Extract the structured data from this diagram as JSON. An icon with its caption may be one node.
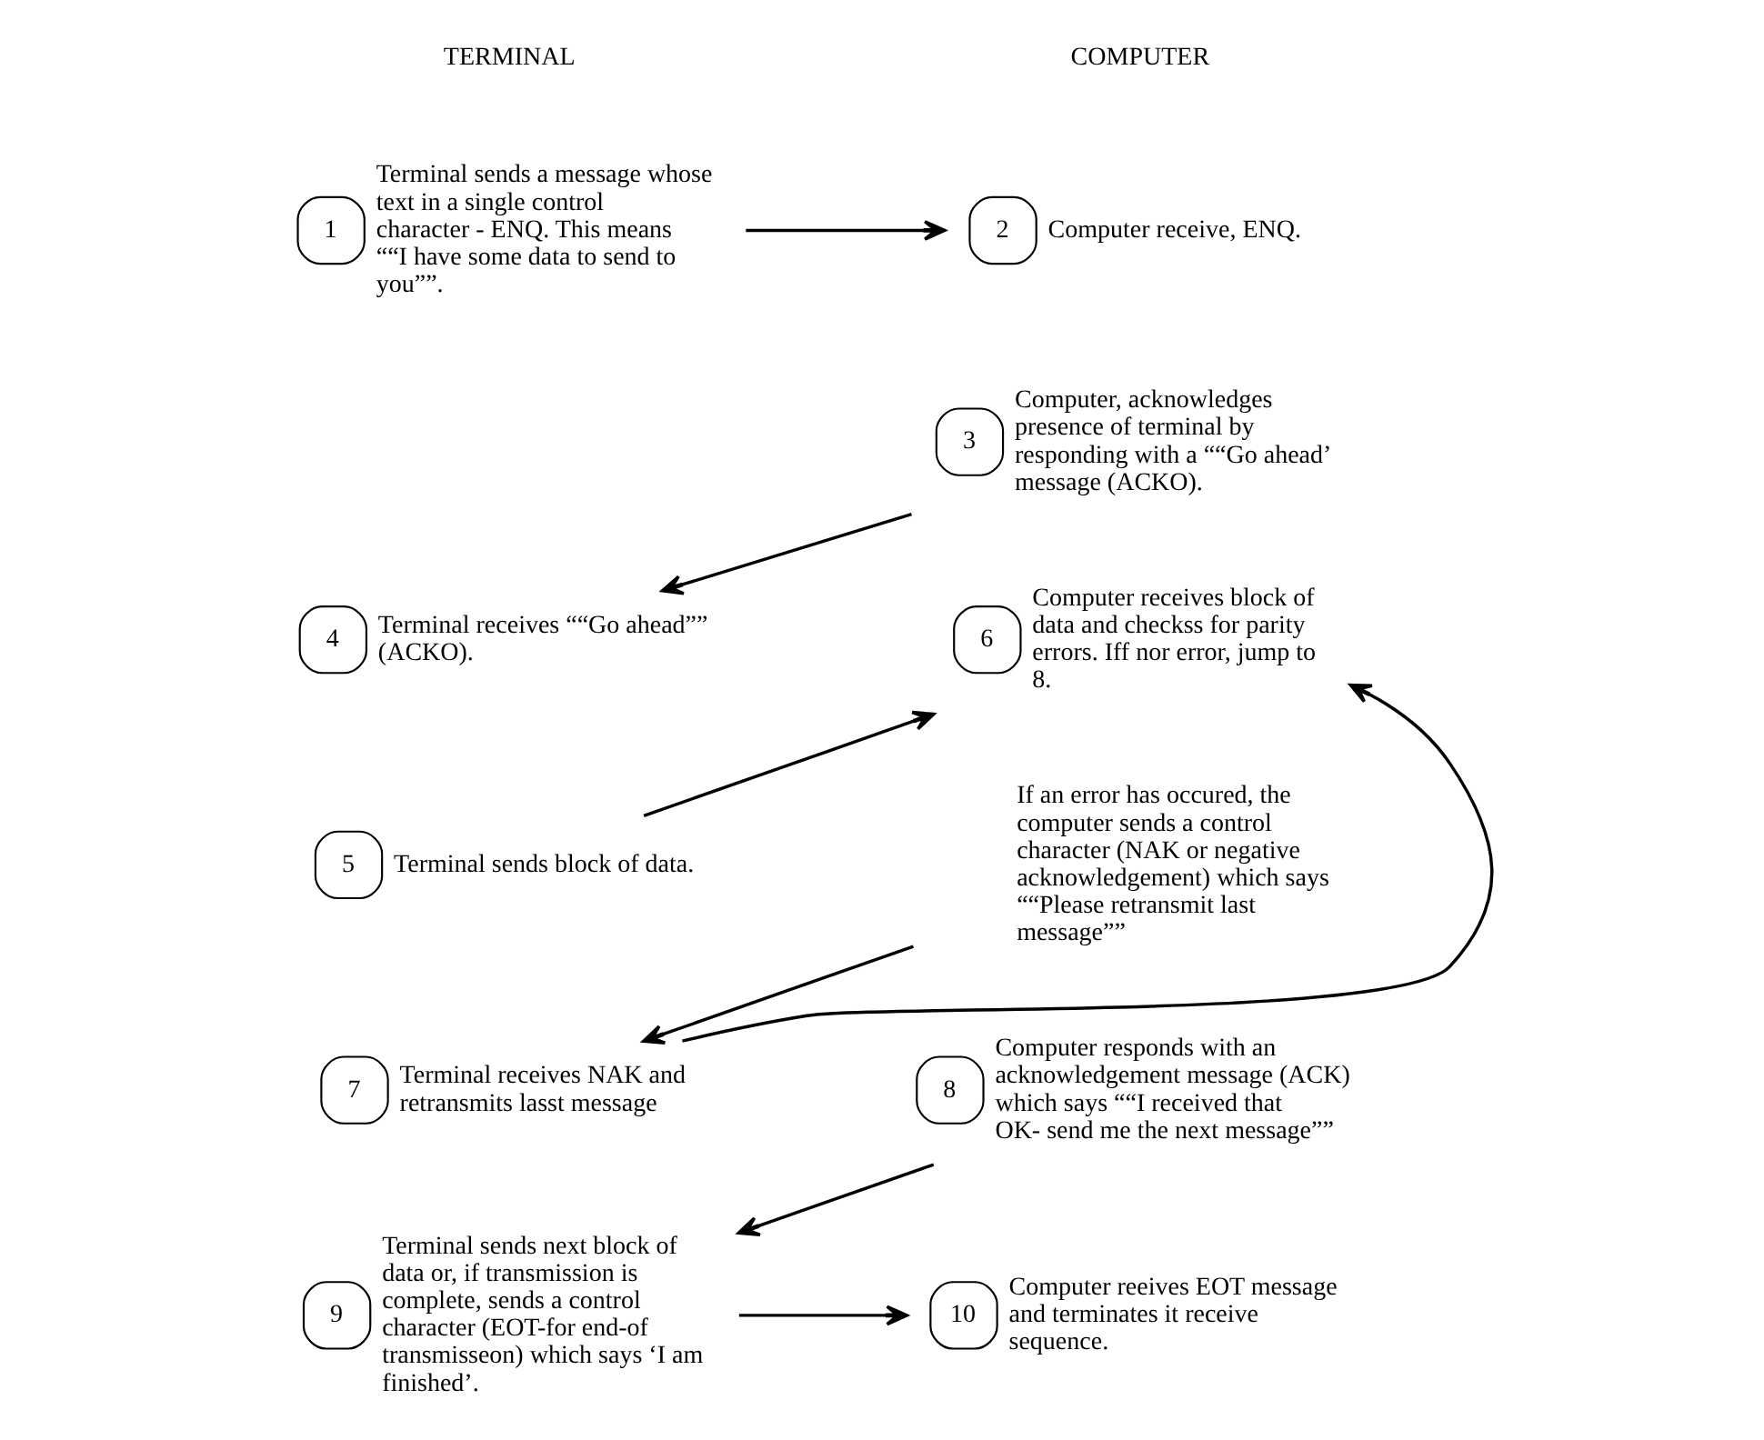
{
  "diagram": {
    "nodes": [
      {
        "text": [
          "1"
        ],
        "beside": [
          "Terminal sends a message whose text in a single control character - ENQ. This means ““I have some data to send to you””."
        ]
      },
      {
        "text": [
          "2"
        ],
        "beside": [
          "Computer receive, ENQ."
        ]
      },
      {
        "text": [
          "3"
        ],
        "beside": [
          "Computer, acknowledges presence of terminal by responding with a ““Go ahead’ message (ACKO)."
        ]
      },
      {
        "text": [
          "4"
        ],
        "beside": [
          "Terminal receives ““Go ahead”” (ACKO)."
        ]
      },
      {
        "text": [
          "5"
        ],
        "beside": [
          "Terminal sends block of data."
        ]
      },
      {
        "text": [
          "6"
        ],
        "beside": [
          "Computer receives block of data and checkss for parity errors. Iff nor error, jump to 8."
        ]
      },
      {
        "text": [
          "If an error has occured, the computer sends a control character (NAK or negative acknowledgement) which says ““Please retransmit last message””"
        ]
      },
      {
        "text": [
          "7"
        ],
        "beside": [
          "Terminal receives NAK and retransmits lasst message"
        ]
      },
      {
        "text": [
          "8"
        ],
        "beside": [
          "Computer responds with an acknowledgement message (ACK) which says ““I received that OK- send me the next message””"
        ]
      },
      {
        "text": [
          "9"
        ],
        "beside": [
          "Terminal sends next block of data or, if transmission is complete, sends a control character (EOT-for end-of transmisseon) which says ‘I am finished’."
        ]
      },
      {
        "text": [
          "10"
        ],
        "beside": [
          "Computer reeives EOT message and terminates it receive sequence."
        ]
      }
    ],
    "edges": [
      {
        "from": 0,
        "to": 1,
        "arrow": "to"
      },
      {
        "from": 2,
        "to": 3,
        "arrow": "to"
      },
      {
        "from": 4,
        "to": 5,
        "arrow": "to"
      },
      {
        "from": 6,
        "to": 7,
        "arrow": "to"
      },
      {
        "from": 7,
        "to": 5,
        "arrow": "to"
      },
      {
        "from": 8,
        "to": 9,
        "arrow": "to"
      },
      {
        "from": 9,
        "to": 10,
        "arrow": "to"
      }
    ],
    "labels": [
      "TERMINAL",
      "COMPUTER"
    ]
  }
}
